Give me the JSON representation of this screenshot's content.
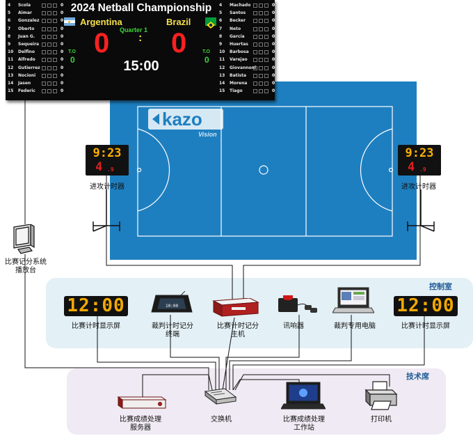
{
  "scoreboard": {
    "title": "2024 Netball Championship",
    "home_team": "Argentina",
    "away_team": "Brazil",
    "quarter": "Quarter 1",
    "colon": ":",
    "home_score": "0",
    "away_score": "0",
    "to_label": "T.O",
    "home_to": "0",
    "away_to": "0",
    "clock": "15:00",
    "home_roster": [
      {
        "num": "4",
        "name": "Scola",
        "pts": "0"
      },
      {
        "num": "5",
        "name": "Aimar",
        "pts": "0"
      },
      {
        "num": "6",
        "name": "Gonzalez",
        "pts": "0"
      },
      {
        "num": "7",
        "name": "Oberto",
        "pts": "0"
      },
      {
        "num": "8",
        "name": "Juan G.",
        "pts": "0"
      },
      {
        "num": "9",
        "name": "Sequeira",
        "pts": "0"
      },
      {
        "num": "10",
        "name": "Delfino",
        "pts": "0"
      },
      {
        "num": "11",
        "name": "Alfredo",
        "pts": "0"
      },
      {
        "num": "12",
        "name": "Gutierrez",
        "pts": "0"
      },
      {
        "num": "13",
        "name": "Nocioni",
        "pts": "0"
      },
      {
        "num": "14",
        "name": "Jasen",
        "pts": "0"
      },
      {
        "num": "15",
        "name": "Federic",
        "pts": "0"
      }
    ],
    "away_roster": [
      {
        "num": "4",
        "name": "Machado",
        "pts": "0"
      },
      {
        "num": "5",
        "name": "Santos",
        "pts": "0"
      },
      {
        "num": "6",
        "name": "Becker",
        "pts": "0"
      },
      {
        "num": "7",
        "name": "Neto",
        "pts": "0"
      },
      {
        "num": "8",
        "name": "Garcia",
        "pts": "0"
      },
      {
        "num": "9",
        "name": "Huertas",
        "pts": "0"
      },
      {
        "num": "10",
        "name": "Barbosa",
        "pts": "0"
      },
      {
        "num": "11",
        "name": "Varejao",
        "pts": "0"
      },
      {
        "num": "12",
        "name": "Giovannoni",
        "pts": "0"
      },
      {
        "num": "13",
        "name": "Batista",
        "pts": "0"
      },
      {
        "num": "14",
        "name": "Morena",
        "pts": "0"
      },
      {
        "num": "15",
        "name": "Tiago",
        "pts": "0"
      }
    ]
  },
  "court": {
    "logo": "kazo",
    "logo_sub": "Vision",
    "court_color": "#1e7fc0",
    "line_color": "#ffffff"
  },
  "shot_clocks": {
    "time": "9:23",
    "seconds": "4",
    "tenths": ".9",
    "label": "进攻计时器"
  },
  "devices": {
    "playback_label": "比赛记分系统\n播放台",
    "control_room_title": "控制室",
    "tech_table_title": "技术席",
    "timer_display_value": "12:00",
    "timer_display_label": "比赛计时显示屏",
    "referee_terminal_label": "裁判计时记分\n终端",
    "referee_terminal_screen": "10:00",
    "host_label": "比赛计时记分\n主机",
    "buzzer_label": "讯响器",
    "referee_pc_label": "裁判专用电脑",
    "server_label": "比赛成绩处理\n服务器",
    "switch_label": "交换机",
    "workstation_label": "比赛成绩处理\n工作站",
    "printer_label": "打印机"
  },
  "colors": {
    "control_zone": "#e3f0f5",
    "tech_zone": "#efeaf3",
    "zone_title": "#1f5a96",
    "digit_orange": "#f2a800",
    "score_red": "#ff2020",
    "team_yellow": "#f5e04a"
  },
  "icons": [
    "argentina-flag-icon",
    "brazil-flag-icon",
    "monitor-icon",
    "switch-icon",
    "laptop-icon",
    "printer-icon",
    "server-icon",
    "buzzer-icon",
    "tablet-icon"
  ]
}
